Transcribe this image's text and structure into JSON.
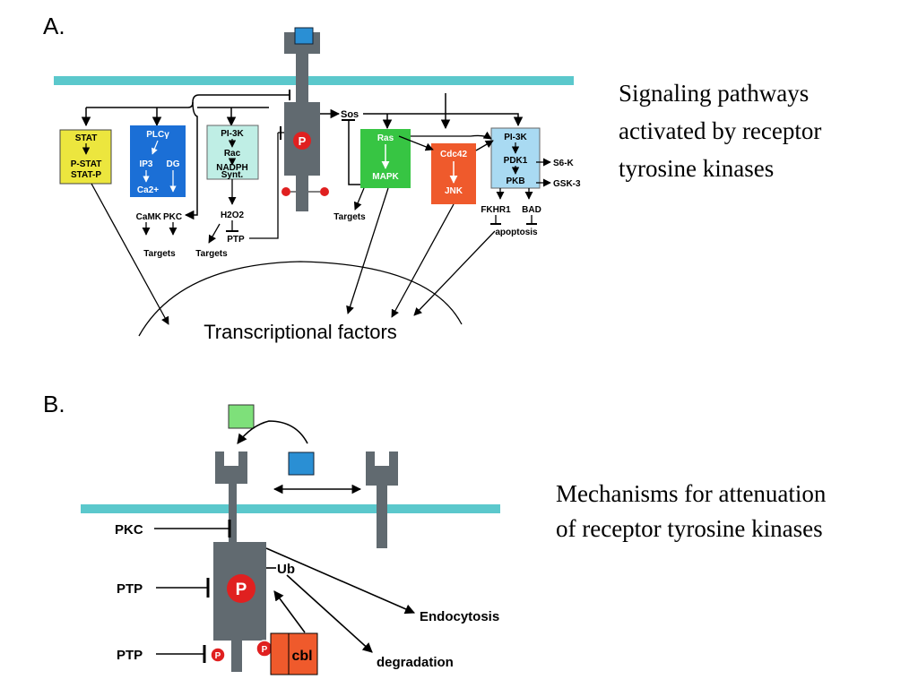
{
  "colors": {
    "membrane": "#5bc8cc",
    "receptor": "#616a70",
    "stat_box": "#ece63e",
    "plc_box": "#1b6fd6",
    "pi3k_box": "#bfeee5",
    "ras_box": "#37c543",
    "cdc42_box": "#ef5a2c",
    "pi3k2_box": "#a9daf2",
    "phospho": "#e02020",
    "ligand_blue": "#2a8fd4",
    "ligand_green": "#7ee07a",
    "cbl_box": "#ef5a2c"
  },
  "panel_a": {
    "label": "A.",
    "caption": [
      "Signaling pathways",
      "activated by receptor",
      "tyrosine kinases"
    ],
    "receptor_p": "P",
    "sos": "Sos",
    "stat_box": [
      "STAT",
      "P-STAT",
      "STAT-P"
    ],
    "plc_box": {
      "plc": "PLCγ",
      "ip3": "IP3",
      "dg": "DG",
      "ca": "Ca2+"
    },
    "pi3k_box": [
      "PI-3K",
      "Rac",
      "NADPH",
      "Synt."
    ],
    "ras_box": [
      "Ras",
      "MAPK"
    ],
    "cdc42_box": [
      "Cdc42",
      "JNK"
    ],
    "pi3k2_box": [
      "PI-3K",
      "PDK1",
      "PKB"
    ],
    "camk": "CaMK",
    "pkc": "PKC",
    "targets": [
      "Targets",
      "Targets",
      "Targets"
    ],
    "h2o2": "H2O2",
    "ptp": "PTP",
    "s6k": "S6-K",
    "gsk3": "GSK-3",
    "fkhr1": "FKHR1",
    "bad": "BAD",
    "apoptosis": "apoptosis",
    "transcriptional": "Transcriptional factors"
  },
  "panel_b": {
    "label": "B.",
    "caption": [
      "Mechanisms for attenuation",
      "of receptor tyrosine kinases"
    ],
    "pkc": "PKC",
    "ptp1": "PTP",
    "ptp2": "PTP",
    "receptor_p": "P",
    "small_p1": "P",
    "small_p2": "P",
    "ub": "Ub",
    "cbl": "cbl",
    "endocytosis": "Endocytosis",
    "degradation": "degradation"
  }
}
